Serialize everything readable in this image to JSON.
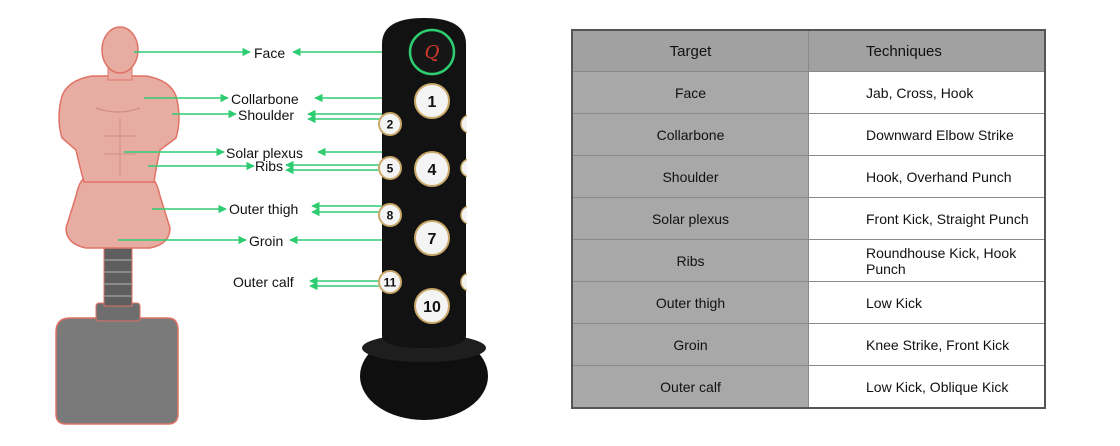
{
  "colors": {
    "arrow": "#2ecc71",
    "dummy_skin": "#e8ada2",
    "dummy_outline": "#e07266",
    "base_gray": "#7a7a7a",
    "bag_black": "#121212",
    "header_bg": "#a1a1a1",
    "target_cell_bg": "#a8a8a8"
  },
  "dummy_labels": [
    {
      "label": "Face"
    },
    {
      "label": "Collarbone"
    },
    {
      "label": "Shoulder"
    },
    {
      "label": "Solar plexus"
    },
    {
      "label": "Ribs"
    },
    {
      "label": "Outer thigh"
    },
    {
      "label": "Groin"
    },
    {
      "label": "Outer calf"
    }
  ],
  "bag": {
    "logo_icon": "brand-logo-icon",
    "front_numbers": [
      "1",
      "4",
      "7",
      "10"
    ],
    "side_numbers": [
      "2",
      "5",
      "8",
      "11"
    ]
  },
  "table": {
    "header_target": "Target",
    "header_techniques": "Techniques",
    "rows": [
      {
        "target": "Face",
        "techniques": "Jab, Cross, Hook"
      },
      {
        "target": "Collarbone",
        "techniques": "Downward Elbow Strike"
      },
      {
        "target": "Shoulder",
        "techniques": "Hook, Overhand Punch"
      },
      {
        "target": "Solar plexus",
        "techniques": "Front Kick, Straight Punch"
      },
      {
        "target": "Ribs",
        "techniques": "Roundhouse Kick, Hook Punch"
      },
      {
        "target": "Outer thigh",
        "techniques": "Low Kick"
      },
      {
        "target": "Groin",
        "techniques": "Knee Strike, Front Kick"
      },
      {
        "target": "Outer calf",
        "techniques": "Low Kick, Oblique Kick"
      }
    ]
  }
}
